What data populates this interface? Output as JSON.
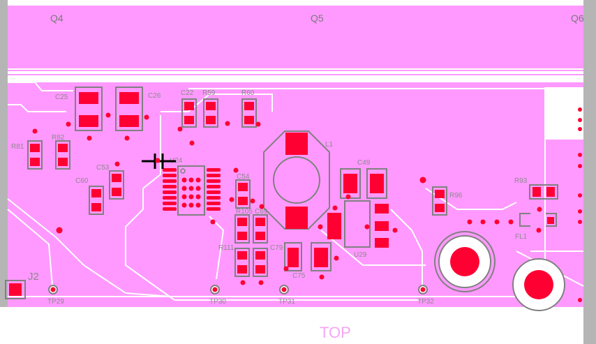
{
  "layer_label": "TOP",
  "transistors": [
    "Q4",
    "Q5",
    "Q6"
  ],
  "labels": {
    "c25": "C25",
    "c26": "C26",
    "c22": "C22",
    "r59": "R59",
    "r60": "R60",
    "r81": "R81",
    "r82": "R82",
    "c53": "C53",
    "c60": "C60",
    "u24": "U24",
    "c54": "C54",
    "r105": "R105",
    "c69": "C69",
    "r111": "R111",
    "c79": "C79",
    "c75": "C75",
    "l1": "L1",
    "c49": "C49",
    "u29": "U29",
    "r96": "R96",
    "r93": "R93",
    "fl1": "FL1",
    "j2": "J2"
  },
  "test_points": [
    "TP29",
    "TP30",
    "TP31",
    "TP32"
  ],
  "colors": {
    "board": "#ff99ff",
    "copper_pad": "#ff0033",
    "silkscreen": "#808080",
    "background": "#ffffff",
    "edge": "#a0a0a0"
  }
}
